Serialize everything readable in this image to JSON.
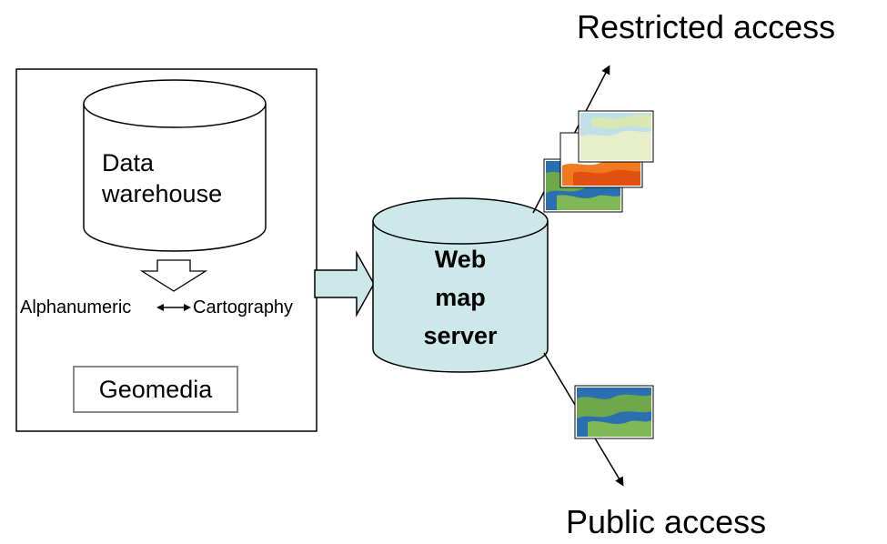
{
  "labels": {
    "restricted": "Restricted access",
    "public": "Public access",
    "data_warehouse_line1": "Data",
    "data_warehouse_line2": "warehouse",
    "alphanumeric": "Alphanumeric",
    "cartography": "Cartography",
    "geomedia": "Geomedia",
    "server_line1": "Web",
    "server_line2": "map",
    "server_line3": "server"
  },
  "colors": {
    "server_fill": "#cce8e8",
    "arrow_fill": "#cce8e8",
    "stroke": "#000000",
    "geomedia_border": "#8a8a8a",
    "sea": "#2a6fb0",
    "land": "#6fa84a",
    "hot": "#f07a20",
    "pale": "#e6efc9"
  },
  "icons": [
    "database-cylinder",
    "down-arrow-icon",
    "double-arrow-icon",
    "right-block-arrow-icon",
    "map-thumbnail"
  ]
}
